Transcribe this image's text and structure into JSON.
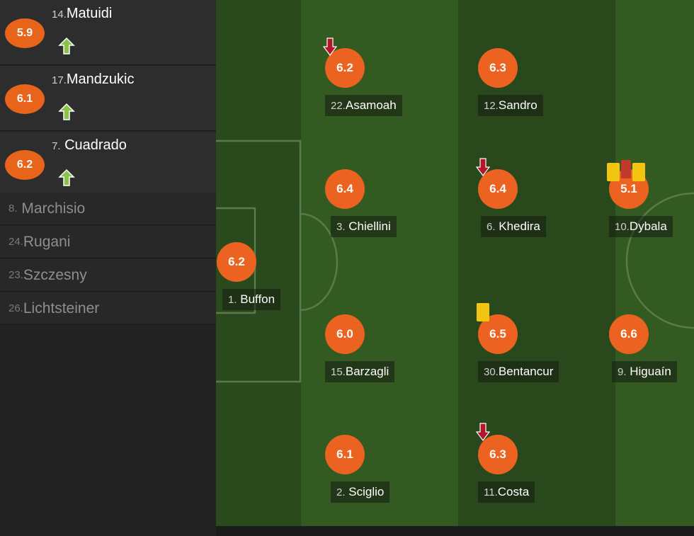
{
  "substitutes": [
    {
      "number": "14.",
      "name": "Matuidi",
      "rating": "5.9"
    },
    {
      "number": "17.",
      "name": "Mandzukic",
      "rating": "6.1"
    },
    {
      "number": "7.",
      "name": "Cuadrado",
      "rating": "6.2"
    }
  ],
  "bench": [
    {
      "number": "8.",
      "name": "Marchisio"
    },
    {
      "number": "24.",
      "name": "Rugani"
    },
    {
      "number": "23.",
      "name": "Szczesny"
    },
    {
      "number": "26.",
      "name": "Lichtsteiner"
    }
  ],
  "lineup": {
    "gk": {
      "number": "1.",
      "name": "Buffon",
      "rating": "6.2"
    },
    "asamoah": {
      "number": "22.",
      "name": "Asamoah",
      "rating": "6.2"
    },
    "chiellini": {
      "number": "3.",
      "name": "Chiellini",
      "rating": "6.4"
    },
    "barzagli": {
      "number": "15.",
      "name": "Barzagli",
      "rating": "6.0"
    },
    "sciglio": {
      "number": "2.",
      "name": "Sciglio",
      "rating": "6.1"
    },
    "sandro": {
      "number": "12.",
      "name": "Sandro",
      "rating": "6.3"
    },
    "khedira": {
      "number": "6.",
      "name": "Khedira",
      "rating": "6.4"
    },
    "bentancur": {
      "number": "30.",
      "name": "Bentancur",
      "rating": "6.5"
    },
    "costa": {
      "number": "11.",
      "name": "Costa",
      "rating": "6.3"
    },
    "dybala": {
      "number": "10.",
      "name": "Dybala",
      "rating": "5.1"
    },
    "higuain": {
      "number": "9.",
      "name": "Higuaín",
      "rating": "6.6"
    }
  },
  "colors": {
    "rating_orange": "#ec6220",
    "pitch_dark": "#29491c",
    "pitch_light": "#325a21",
    "yellow_card": "#f2c511",
    "red_card": "#c0392b",
    "sub_out_arrow": "#b5152b",
    "sub_in_arrow": "#8bc34a"
  }
}
